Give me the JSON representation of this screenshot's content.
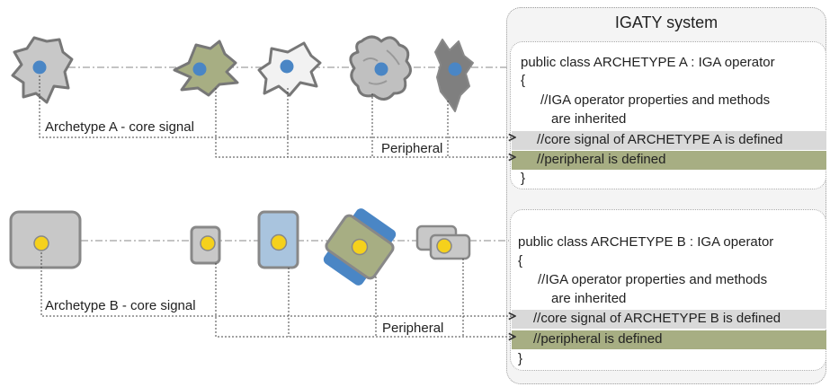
{
  "panel": {
    "title": "IGATY system"
  },
  "archetype_a": {
    "core_label": "Archetype A - core signal",
    "peripheral_label": "Peripheral",
    "code": {
      "declaration": "public class ARCHETYPE A : IGA operator",
      "open_brace": "{",
      "comment_line1": "//IGA operator properties and methods",
      "comment_line2": "are inherited",
      "core_line": "//core signal of ARCHETYPE A is defined",
      "peripheral_line": "//peripheral is defined",
      "close_brace": "}"
    }
  },
  "archetype_b": {
    "core_label": "Archetype B - core signal",
    "peripheral_label": "Peripheral",
    "code": {
      "declaration": "public class ARCHETYPE B : IGA operator",
      "open_brace": "{",
      "comment_line1": "//IGA operator properties and methods",
      "comment_line2": "are inherited",
      "core_line": "//core signal of ARCHETYPE B is defined",
      "peripheral_line": "//peripheral is defined",
      "close_brace": "}"
    }
  },
  "colors": {
    "cell_grey": "#c8c8c8",
    "cell_white": "#f2f2f2",
    "cell_olive": "#a7ae83",
    "cell_dark": "#7f7f7f",
    "cell_blue": "#a9c4de",
    "nucleus_blue": "#4a86c5",
    "nucleus_yellow": "#f5d11c",
    "highlight_grey": "#d9d9d9",
    "highlight_olive": "#a7ae83"
  }
}
